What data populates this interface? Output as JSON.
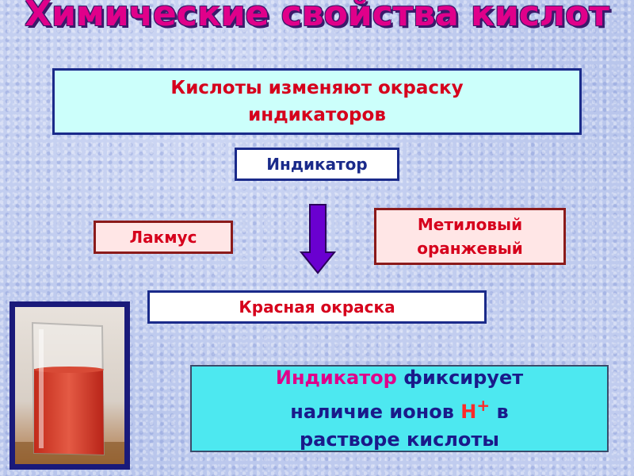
{
  "title": "Химические свойства кислот",
  "statement": [
    "Кислоты изменяют окраску",
    "индикаторов"
  ],
  "indicator_label": "Индикатор",
  "litmus_label": "Лакмус",
  "methyl_orange": [
    "Метиловый",
    "оранжевый"
  ],
  "result_label": "Красная окраска",
  "conclusion": {
    "word1": "Индикатор",
    "word2": " фиксирует",
    "line2_start": "наличие ионов ",
    "ion": "Н",
    "ion_sup": "+",
    "line2_end": " в",
    "line3": "растворе кислоты"
  },
  "colors": {
    "title": "#e0008a",
    "accent_red": "#d6001c",
    "arrow": "#6a00d0",
    "conclusion_bg": "#4de8f0"
  },
  "icons": {
    "arrow": "down-arrow-icon",
    "beaker": "beaker-with-red-liquid-photo"
  }
}
